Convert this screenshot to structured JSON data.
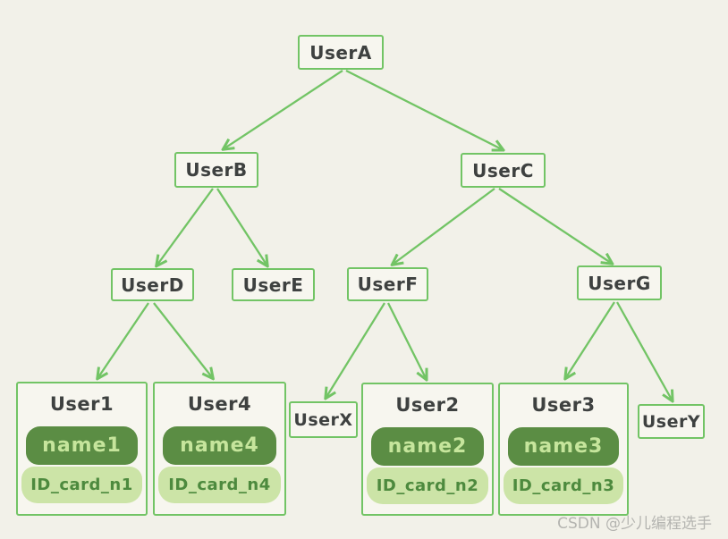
{
  "page": {
    "watermark": "CSDN @少儿编程选手"
  },
  "diagram": {
    "type": "tree",
    "colors": {
      "background": "#f2f1e9",
      "stroke_green": "#72c465",
      "dark_pill_bg": "#5b8d44",
      "dark_pill_text": "#c6e59c",
      "light_pill_bg": "#cce4a7",
      "light_pill_text": "#4d8a3e",
      "node_text": "#3e4140",
      "watermark_text": "#b4b4b0"
    },
    "nodes": [
      {
        "id": "UserA",
        "label": "UserA"
      },
      {
        "id": "UserB",
        "label": "UserB"
      },
      {
        "id": "UserC",
        "label": "UserC"
      },
      {
        "id": "UserD",
        "label": "UserD"
      },
      {
        "id": "UserE",
        "label": "UserE"
      },
      {
        "id": "UserF",
        "label": "UserF"
      },
      {
        "id": "UserG",
        "label": "UserG"
      },
      {
        "id": "UserX",
        "label": "UserX"
      },
      {
        "id": "UserY",
        "label": "UserY"
      }
    ],
    "cards": [
      {
        "id": "User1",
        "label": "User1",
        "name": "name1",
        "id_card": "ID_card_n1"
      },
      {
        "id": "User4",
        "label": "User4",
        "name": "name4",
        "id_card": "ID_card_n4"
      },
      {
        "id": "User2",
        "label": "User2",
        "name": "name2",
        "id_card": "ID_card_n2"
      },
      {
        "id": "User3",
        "label": "User3",
        "name": "name3",
        "id_card": "ID_card_n3"
      }
    ],
    "edges": [
      {
        "from": "UserA",
        "to": "UserB"
      },
      {
        "from": "UserA",
        "to": "UserC"
      },
      {
        "from": "UserB",
        "to": "UserD"
      },
      {
        "from": "UserB",
        "to": "UserE"
      },
      {
        "from": "UserC",
        "to": "UserF"
      },
      {
        "from": "UserC",
        "to": "UserG"
      },
      {
        "from": "UserD",
        "to": "User1"
      },
      {
        "from": "UserD",
        "to": "User4"
      },
      {
        "from": "UserF",
        "to": "UserX"
      },
      {
        "from": "UserF",
        "to": "User2"
      },
      {
        "from": "UserG",
        "to": "User3"
      },
      {
        "from": "UserG",
        "to": "UserY"
      }
    ]
  }
}
